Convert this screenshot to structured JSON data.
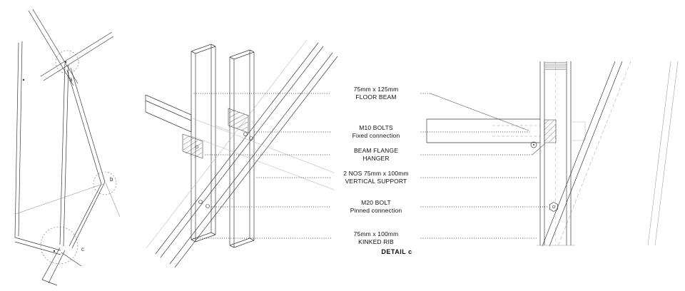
{
  "document": {
    "caption": "DETAIL c",
    "background": "#ffffff"
  },
  "colors": {
    "main_line": "#3a3a3a",
    "light_line": "#b3b3b3",
    "leader_dot": "#2b2b2b",
    "text": "#111111"
  },
  "overview": {
    "markers": [
      {
        "label": "a"
      },
      {
        "label": "b"
      },
      {
        "label": "c"
      }
    ]
  },
  "annotations": [
    {
      "line1": "75mm x 125mm",
      "line2": "FLOOR BEAM"
    },
    {
      "line1": "M10 BOLTS",
      "line2": "Fixed connection"
    },
    {
      "line1": "BEAM FLANGE",
      "line2": "HANGER"
    },
    {
      "line1": "2 NOS 75mm x 100mm",
      "line2": "VERTICAL SUPPORT"
    },
    {
      "line1": "M20 BOLT",
      "line2": "Pinned connection"
    },
    {
      "line1": "75mm x 100mm",
      "line2": "KINKED RIB"
    }
  ]
}
